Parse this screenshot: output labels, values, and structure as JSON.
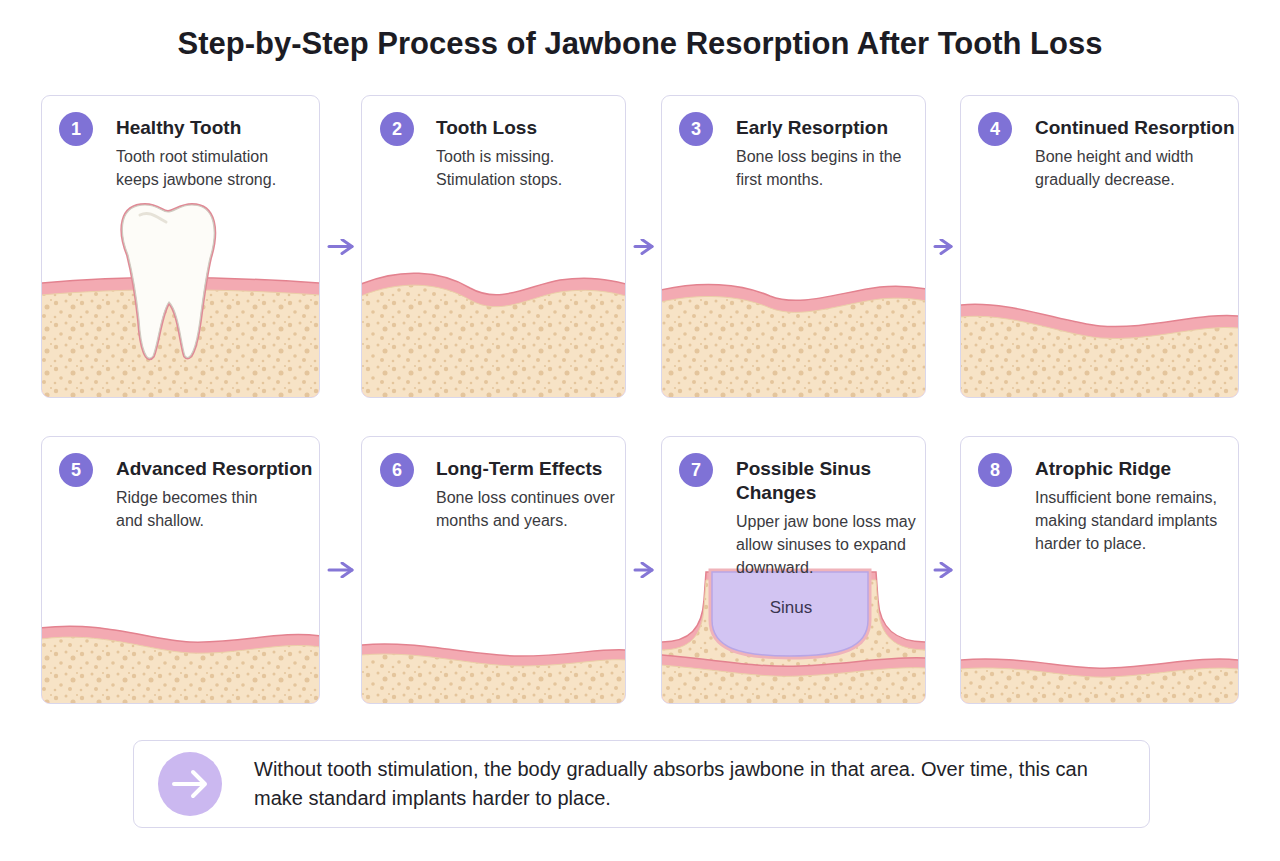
{
  "diagram": {
    "title": "Step-by-Step Process of Jawbone Resorption After Tooth Loss",
    "nodes": [
      {
        "text": [
          "Healthy Tooth",
          "Tooth root stimulation keeps jawbone strong."
        ]
      },
      {
        "text": [
          "1"
        ],
        "in": 0
      },
      {
        "text": [
          "Tooth Loss",
          "Tooth is missing. Stimulation stops."
        ]
      },
      {
        "text": [
          "2"
        ],
        "in": 2
      },
      {
        "text": [
          "Early Resorption",
          "Bone loss begins in the first months."
        ]
      },
      {
        "text": [
          "3"
        ],
        "in": 4
      },
      {
        "text": [
          "Continued Resorption",
          "Bone height and width gradually decrease."
        ]
      },
      {
        "text": [
          "4"
        ],
        "in": 6
      },
      {
        "text": [
          "Advanced Resorption",
          "Ridge becomes thin and shallow."
        ]
      },
      {
        "text": [
          "5"
        ],
        "in": 8
      },
      {
        "text": [
          "Long-Term Effects",
          "Bone loss continues over months and years."
        ]
      },
      {
        "text": [
          "6"
        ],
        "in": 10
      },
      {
        "text": [
          "Possible Sinus Changes",
          "Upper jaw bone loss may allow sinuses to expand downward."
        ]
      },
      {
        "text": [
          "7"
        ],
        "in": 12
      },
      {
        "text": [
          "Sinus"
        ],
        "in": 12
      },
      {
        "text": [
          "Atrophic Ridge",
          "Insufficient bone remains, making standard implants harder to place."
        ]
      },
      {
        "text": [
          "8"
        ],
        "in": 15
      },
      {
        "text": [
          "Without tooth stimulation, the body gradually absorbs jawbone in that area. Over time, this can make standard implants harder to place."
        ]
      }
    ],
    "edges": [
      {
        "from": 0,
        "to": 2,
        "arrow": "to"
      },
      {
        "from": 2,
        "to": 4,
        "arrow": "to"
      },
      {
        "from": 4,
        "to": 6,
        "arrow": "to"
      },
      {
        "from": 8,
        "to": 10,
        "arrow": "to"
      },
      {
        "from": 10,
        "to": 12,
        "arrow": "to"
      },
      {
        "from": 12,
        "to": 15,
        "arrow": "to"
      }
    ]
  }
}
